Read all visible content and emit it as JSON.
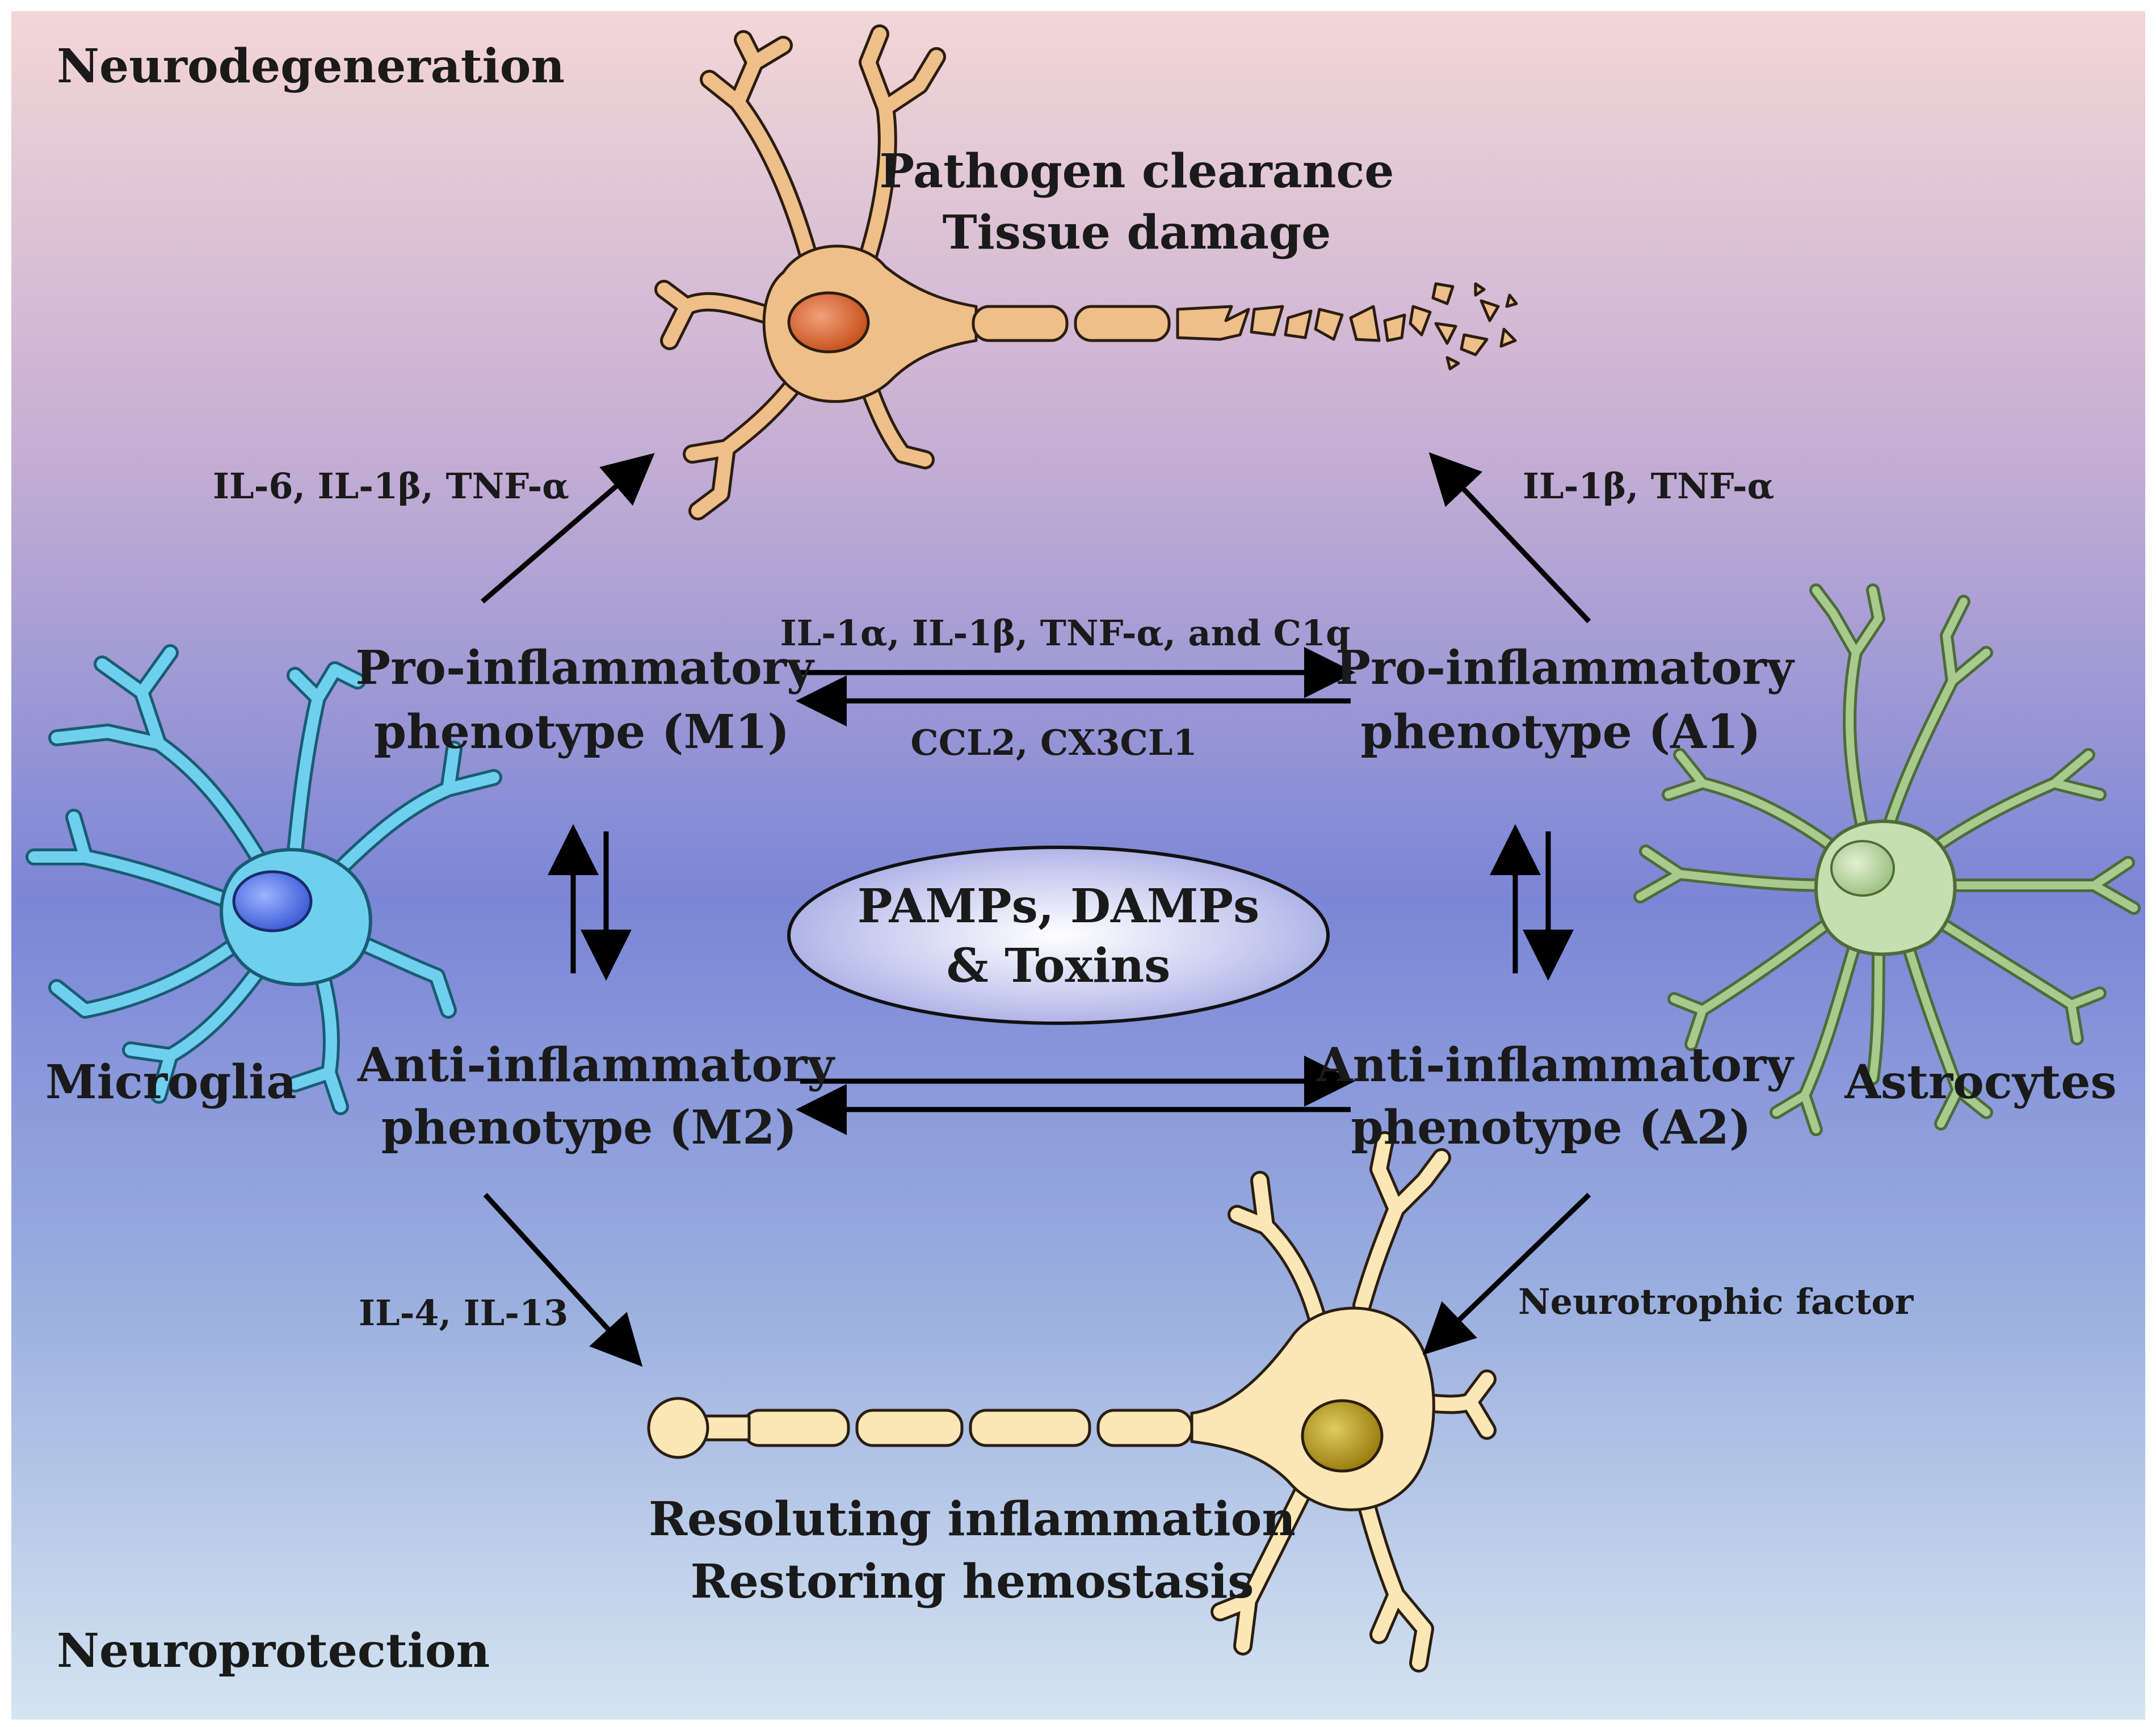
{
  "labels": {
    "neurodegeneration": "Neurodegeneration",
    "neuroprotection": "Neuroprotection",
    "pathogen_clearance": "Pathogen clearance",
    "tissue_damage": "Tissue damage",
    "m1_cytokines": "IL-6, IL-1β, TNF-α",
    "a1_cytokines": "IL-1β, TNF-α",
    "pro_m1_line1": "Pro-inflammatory",
    "pro_m1_line2": "phenotype (M1)",
    "pro_a1_line1": "Pro-inflammatory",
    "pro_a1_line2": "phenotype (A1)",
    "m1_to_a1": "IL-1α, IL-1β, TNF-α, and C1q",
    "a1_to_m1": "CCL2, CX3CL1",
    "center_line1": "PAMPs, DAMPs",
    "center_line2": "& Toxins",
    "microglia": "Microglia",
    "astrocytes": "Astrocytes",
    "anti_m2_line1": "Anti-inflammatory",
    "anti_m2_line2": "phenotype (M2)",
    "anti_a2_line1": "Anti-inflammatory",
    "anti_a2_line2": "phenotype (A2)",
    "m2_cytokines": "IL-4, IL-13",
    "neurotrophic": "Neurotrophic factor",
    "resoluting": "Resoluting inflammation",
    "restoring": "Restoring hemostasis"
  },
  "colors": {
    "bg_top": "#f3d6d6",
    "bg_mid": "#7b86d6",
    "bg_bottom": "#d4e4f1",
    "neuron_damaged": "#efbf8a",
    "neuron_damaged_nucleus": "#d0622d",
    "neuron_healthy": "#fae7b5",
    "neuron_healthy_nucleus": "#b89b22",
    "microglia_body": "#6fd0ee",
    "microglia_nucleus": "#5575e2",
    "astrocyte_branch": "#a6cb8d",
    "astrocyte_nucleus": "#b6d4a0"
  }
}
